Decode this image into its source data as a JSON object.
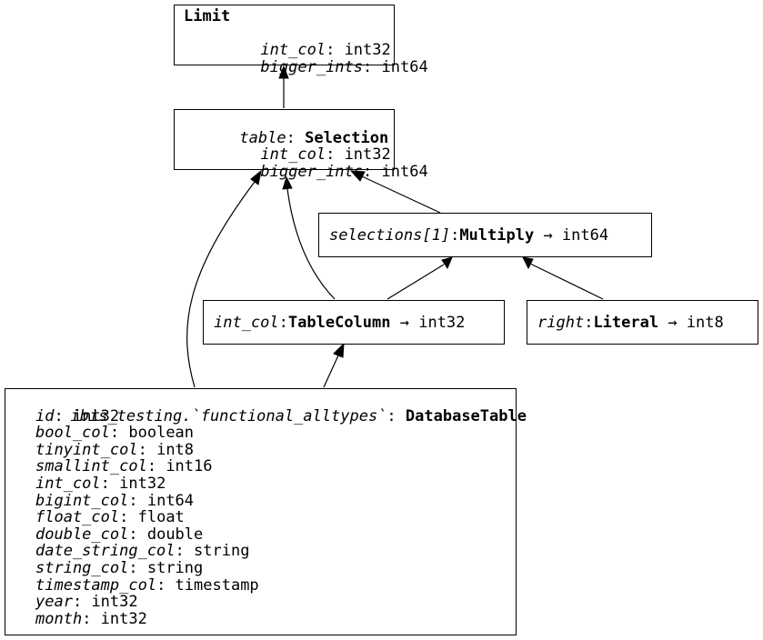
{
  "nodes": {
    "limit": {
      "op": "Limit",
      "fields": [
        {
          "name": "int_col",
          "type": "int32"
        },
        {
          "name": "bigger_ints",
          "type": "int64"
        }
      ]
    },
    "selection": {
      "label": "table",
      "op": "Selection",
      "fields": [
        {
          "name": "int_col",
          "type": "int32"
        },
        {
          "name": "bigger_ints",
          "type": "int64"
        }
      ]
    },
    "multiply": {
      "label": "selections[1]",
      "op": "Multiply",
      "type": "int64"
    },
    "table_column": {
      "label": "int_col",
      "op": "TableColumn",
      "type": "int32"
    },
    "literal": {
      "label": "right",
      "op": "Literal",
      "type": "int8"
    },
    "database_table": {
      "label": "ibis_testing.`functional_alltypes`",
      "op": "DatabaseTable",
      "fields": [
        {
          "name": "id",
          "type": "int32"
        },
        {
          "name": "bool_col",
          "type": "boolean"
        },
        {
          "name": "tinyint_col",
          "type": "int8"
        },
        {
          "name": "smallint_col",
          "type": "int16"
        },
        {
          "name": "int_col",
          "type": "int32"
        },
        {
          "name": "bigint_col",
          "type": "int64"
        },
        {
          "name": "float_col",
          "type": "float"
        },
        {
          "name": "double_col",
          "type": "double"
        },
        {
          "name": "date_string_col",
          "type": "string"
        },
        {
          "name": "string_col",
          "type": "string"
        },
        {
          "name": "timestamp_col",
          "type": "timestamp"
        },
        {
          "name": "year",
          "type": "int32"
        },
        {
          "name": "month",
          "type": "int32"
        }
      ]
    }
  },
  "separator": ": ",
  "arrow": " → "
}
